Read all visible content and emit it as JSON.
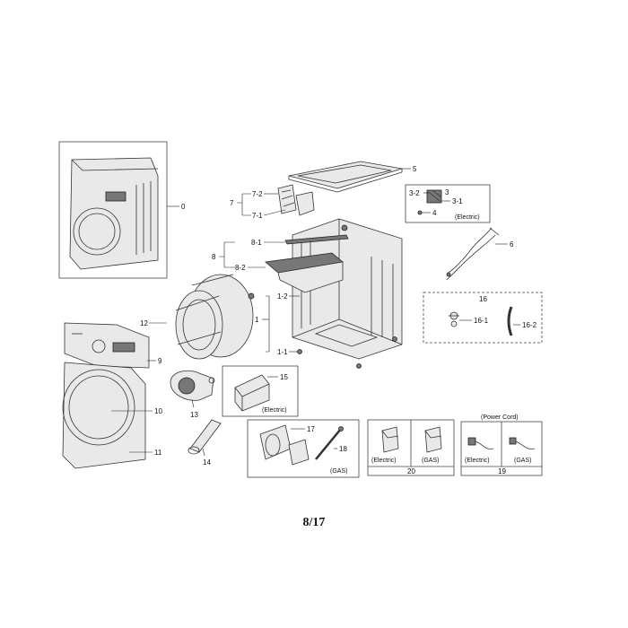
{
  "labels": {
    "p0": "0",
    "p1": "1",
    "p1_1": "1-1",
    "p1_2": "1-2",
    "p3": "3",
    "p3_1": "3-1",
    "p3_2": "3-2",
    "p4": "4",
    "p5": "5",
    "p6": "6",
    "p7": "7",
    "p7_1": "7-1",
    "p7_2": "7-2",
    "p8": "8",
    "p8_1": "8-1",
    "p8_2": "8-2",
    "p9": "9",
    "p10": "10",
    "p11": "11",
    "p12": "12",
    "p13": "13",
    "p14": "14",
    "p15": "15",
    "p16": "16",
    "p16_1": "16-1",
    "p16_2": "16-2",
    "p17": "17",
    "p18": "18",
    "p19": "19",
    "p20": "20"
  },
  "captions": {
    "electric": "(Electric)",
    "gas": "(GAS)",
    "power_cord": "(Power Cord)"
  },
  "page_number": "8/17"
}
